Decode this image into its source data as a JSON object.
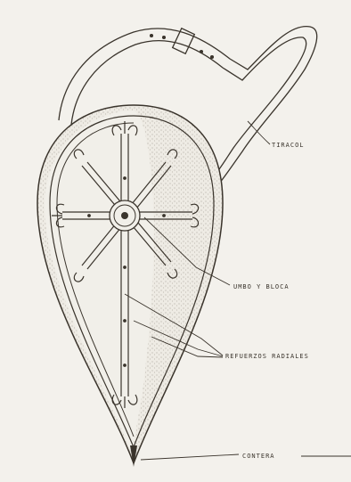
{
  "labels": {
    "tiracol": "TIRACOL",
    "umbo": "UMBO Y BLOCA",
    "refuerzos": "REFUERZOS RADIALES",
    "contera": "CONTERA"
  },
  "colors": {
    "paper": "#f3f1ec",
    "ink": "#3a342c",
    "shading": "#b9b3a8"
  }
}
